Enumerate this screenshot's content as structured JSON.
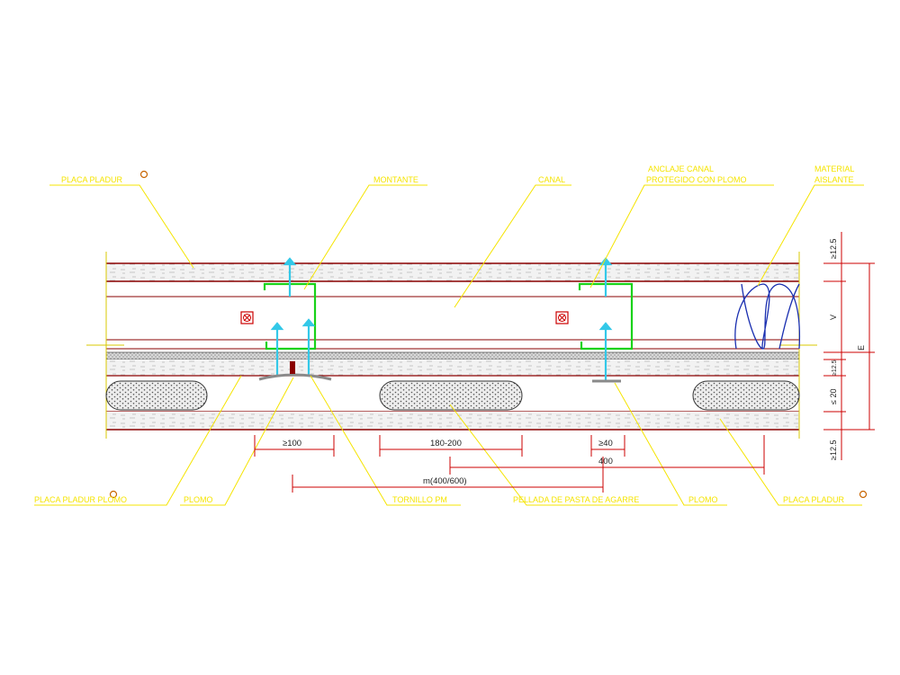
{
  "labels": {
    "placa_pladur_top": "PLACA PLADUR",
    "montante": "MONTANTE",
    "canal": "CANAL",
    "anclaje_line1": "ANCLAJE CANAL",
    "anclaje_line2": "PROTEGIDO CON PLOMO",
    "material_line1": "MATERIAL",
    "material_line2": "AISLANTE",
    "placa_pladur_plomo": "PLACA PLADUR PLOMO",
    "plomo_left": "PLOMO",
    "tornillo": "TORNILLO PM",
    "pellada": "PELLADA DE PASTA DE AGARRE",
    "plomo_right": "PLOMO",
    "placa_pladur_right": "PLACA PLADUR"
  },
  "dimensions": {
    "d100": "≥100",
    "d180_200": "180-200",
    "d40": "≥40",
    "d400": "400",
    "d_m": "m(400/600)",
    "v_top": "≥12.5",
    "v_v": "V",
    "v_e": "E",
    "v_mid": "≥12.5",
    "v_20": "≤ 20",
    "v_bottom": "≥12.5"
  },
  "colors": {
    "background": "#ffffff",
    "label_yellow": "#f5e400",
    "leader_yellow": "#f5e400",
    "dimension_red": "#cc0000",
    "stud_green": "#19d219",
    "screw_cyan": "#33c8e8",
    "insulation_blue": "#1a2fb0",
    "lead_gray": "#8a8a8a"
  }
}
